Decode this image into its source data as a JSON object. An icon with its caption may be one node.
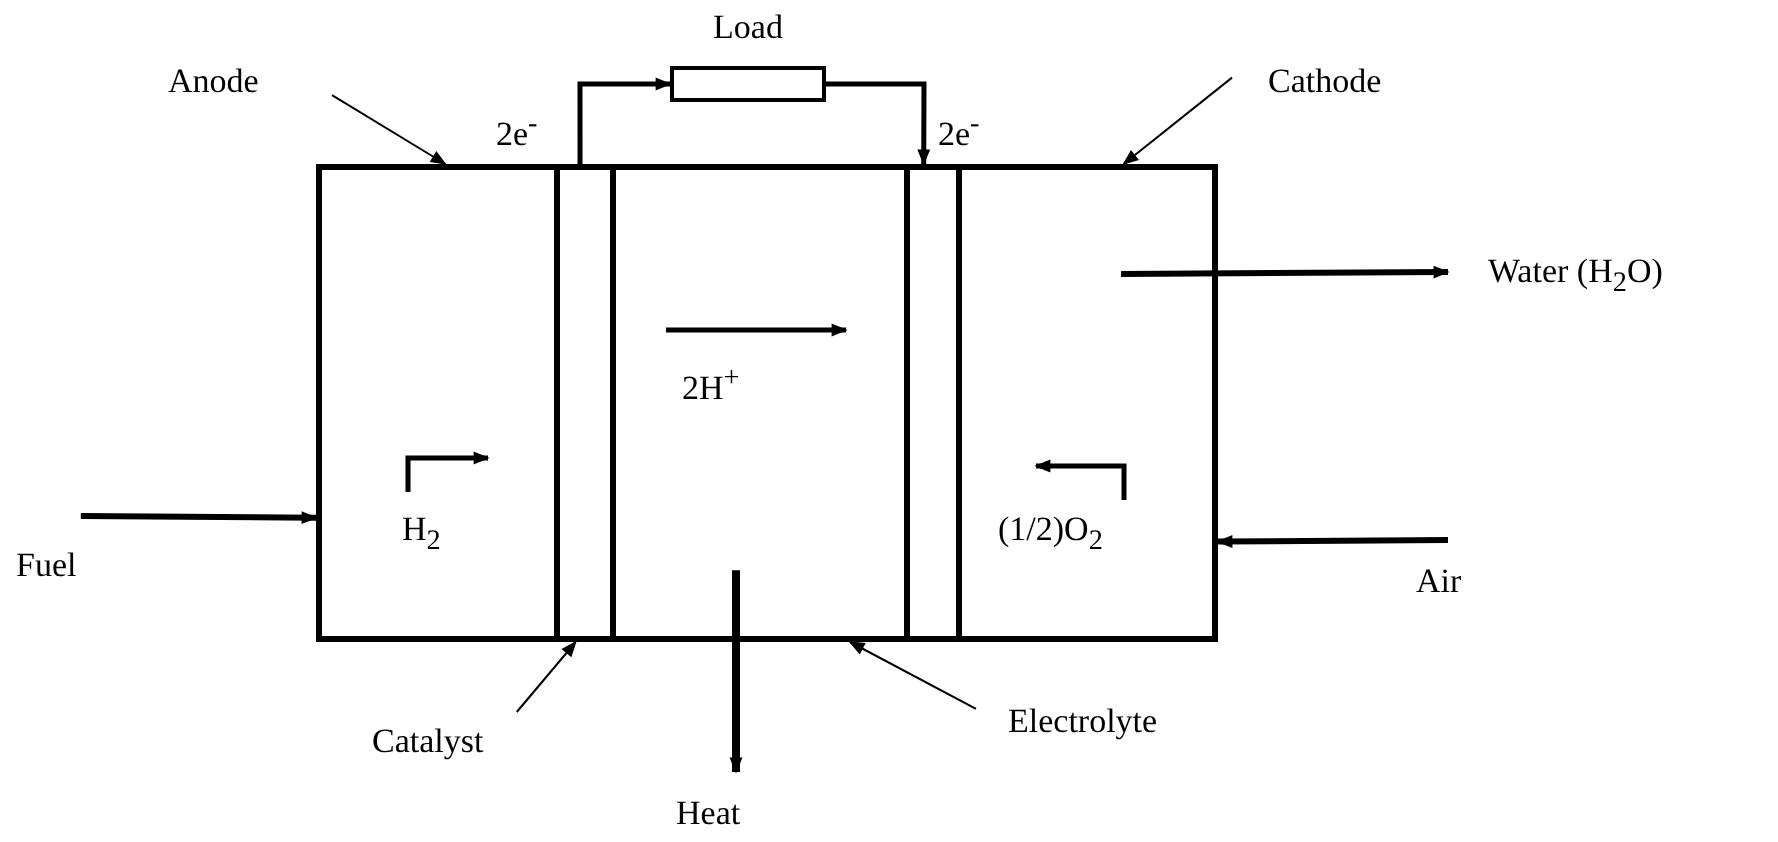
{
  "diagram": {
    "nodes": [
      {
        "text": [
          "Load"
        ]
      },
      {
        "text": [
          "Anode"
        ]
      },
      {
        "text": [
          "Cathode"
        ]
      },
      {
        "text": [
          "H$_{2}$"
        ]
      },
      {
        "text": [],
        "shape": "box"
      },
      {
        "text": [
          "2H$^{+}$"
        ]
      },
      {
        "text": [],
        "shape": "box"
      },
      {
        "text": [
          "(1/2)O$_{2}$"
        ]
      },
      {
        "text": [
          "Water (H$_{2}$O)"
        ]
      },
      {
        "text": [
          "Fuel"
        ]
      },
      {
        "text": [
          "Air"
        ]
      },
      {
        "text": [
          "Catalyst"
        ]
      },
      {
        "text": [
          "Electrolyte"
        ]
      },
      {
        "text": [
          "Heat"
        ]
      }
    ],
    "edges": [
      {
        "from": 1,
        "to": 3,
        "arrow": "to"
      },
      {
        "from": 2,
        "to": 7,
        "arrow": "to"
      },
      {
        "from": 4,
        "to": 0,
        "arrow": "to"
      },
      {
        "from": 0,
        "to": 6,
        "arrow": "to"
      },
      {
        "from": 9,
        "to": 3,
        "arrow": "to"
      },
      {
        "from": 7,
        "to": 8,
        "arrow": "to"
      },
      {
        "from": 10,
        "to": 7,
        "arrow": "to"
      },
      {
        "from": 11,
        "to": 4,
        "arrow": "to"
      },
      {
        "from": 12,
        "to": 5,
        "arrow": "to"
      },
      {
        "from": 5,
        "to": 13,
        "arrow": "to"
      }
    ],
    "labels": [
      "2e$^{-}$",
      "2e$^{-}$"
    ]
  }
}
